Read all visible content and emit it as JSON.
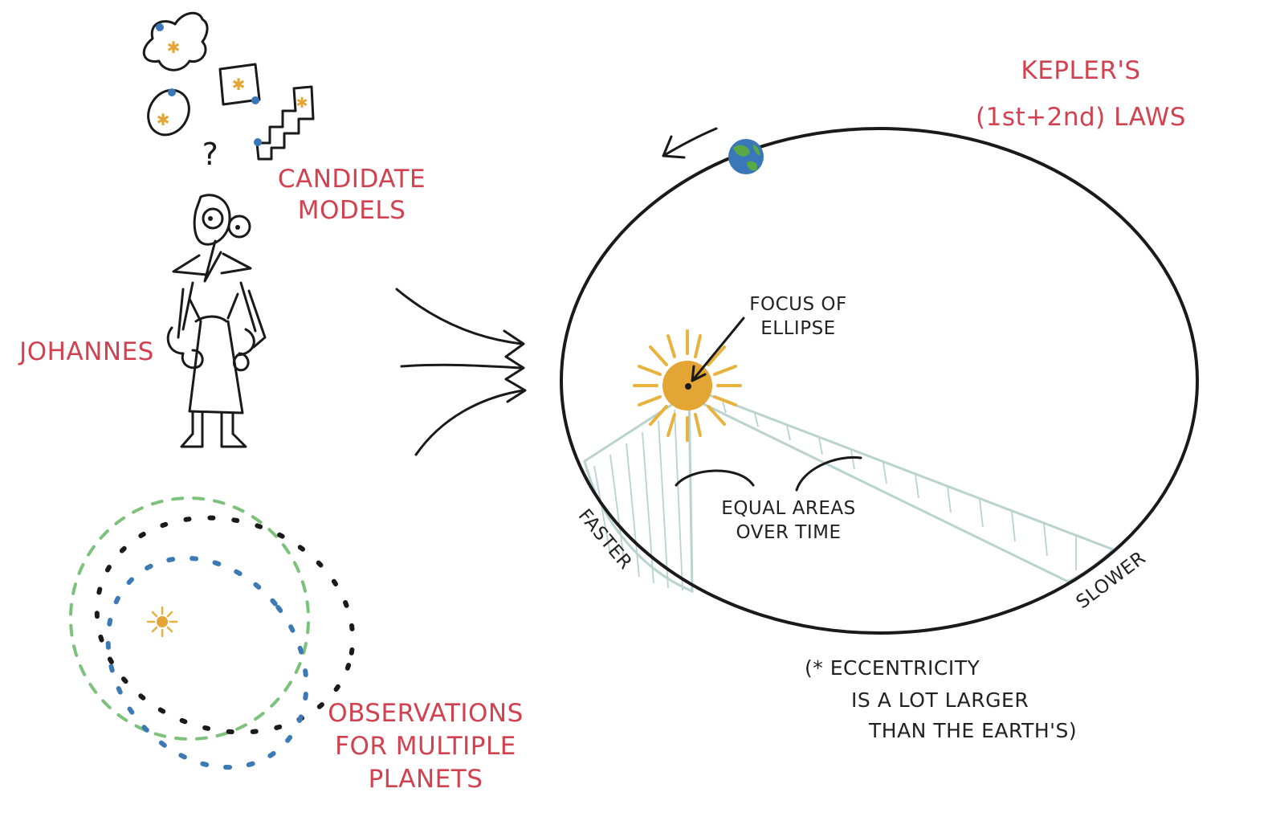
{
  "title": {
    "line1": "KEPLER'S",
    "line2": "(1st+2nd) LAWS"
  },
  "labels": {
    "candidate_models_1": "CANDIDATE",
    "candidate_models_2": "MODELS",
    "johannes": "JOHANNES",
    "observations_1": "OBSERVATIONS",
    "observations_2": "FOR MULTIPLE",
    "observations_3": "PLANETS",
    "question_mark": "?",
    "focus_1": "FOCUS OF",
    "focus_2": "ELLIPSE",
    "equal_areas_1": "EQUAL AREAS",
    "equal_areas_2": "OVER TIME",
    "faster": "FASTER",
    "slower": "SLOWER",
    "note_1": "(* ECCENTRICITY",
    "note_2": "IS A LOT LARGER",
    "note_3": "THAN THE EARTH'S)"
  },
  "colors": {
    "label_red": "#d2414f",
    "ink": "#1a1a1a",
    "sun": "#e3a534",
    "sun_rays": "#e8b23f",
    "earth_blue": "#3a77b8",
    "earth_green": "#5aa845",
    "orbit_green": "#7cc27a",
    "orbit_blue": "#3d7ab5",
    "sweep": "#b9d3cf"
  },
  "icons": {
    "sun": "sun-icon",
    "earth": "earth-icon",
    "direction_arrow": "arrow-icon",
    "figure": "person-icon"
  }
}
